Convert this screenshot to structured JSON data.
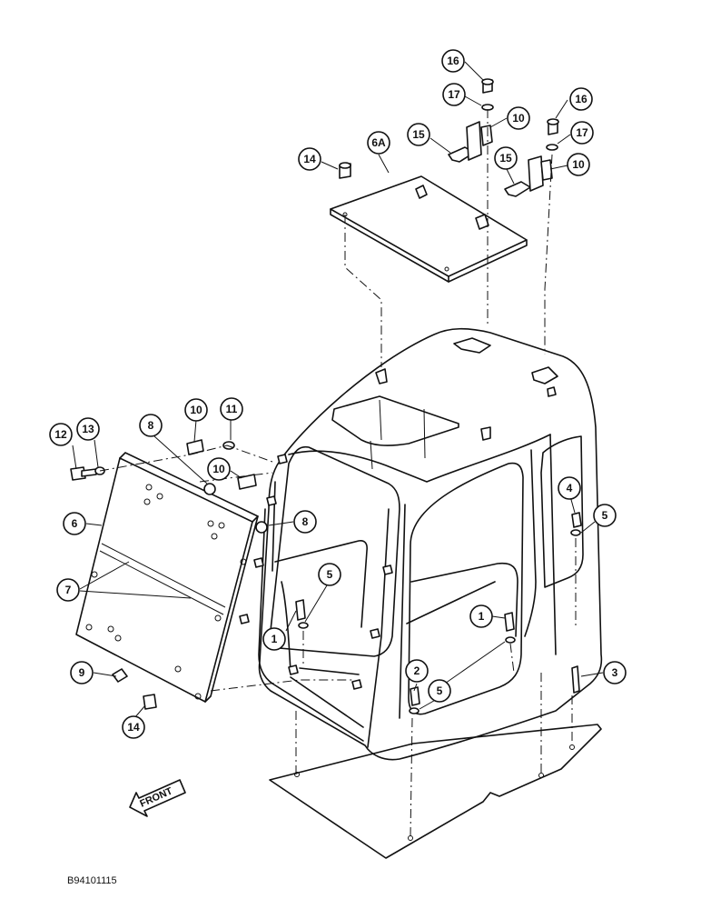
{
  "figure_code": "B94101115",
  "direction_label": "FRONT",
  "callouts": [
    {
      "id": "c16a",
      "label": "16"
    },
    {
      "id": "c17a",
      "label": "17"
    },
    {
      "id": "c10a",
      "label": "10"
    },
    {
      "id": "c16b",
      "label": "16"
    },
    {
      "id": "c17b",
      "label": "17"
    },
    {
      "id": "c15a",
      "label": "15"
    },
    {
      "id": "c6A",
      "label": "6A"
    },
    {
      "id": "c14a",
      "label": "14"
    },
    {
      "id": "c15b",
      "label": "15"
    },
    {
      "id": "c10b",
      "label": "10"
    },
    {
      "id": "c12",
      "label": "12"
    },
    {
      "id": "c13",
      "label": "13"
    },
    {
      "id": "c8a",
      "label": "8"
    },
    {
      "id": "c10c",
      "label": "10"
    },
    {
      "id": "c11",
      "label": "11"
    },
    {
      "id": "c10d",
      "label": "10"
    },
    {
      "id": "c6",
      "label": "6"
    },
    {
      "id": "c8b",
      "label": "8"
    },
    {
      "id": "c7",
      "label": "7"
    },
    {
      "id": "c4",
      "label": "4"
    },
    {
      "id": "c5a",
      "label": "5"
    },
    {
      "id": "c5b",
      "label": "5"
    },
    {
      "id": "c1a",
      "label": "1"
    },
    {
      "id": "c1b",
      "label": "1"
    },
    {
      "id": "c2",
      "label": "2"
    },
    {
      "id": "c5c",
      "label": "5"
    },
    {
      "id": "c3",
      "label": "3"
    },
    {
      "id": "c9",
      "label": "9"
    },
    {
      "id": "c14b",
      "label": "14"
    }
  ]
}
